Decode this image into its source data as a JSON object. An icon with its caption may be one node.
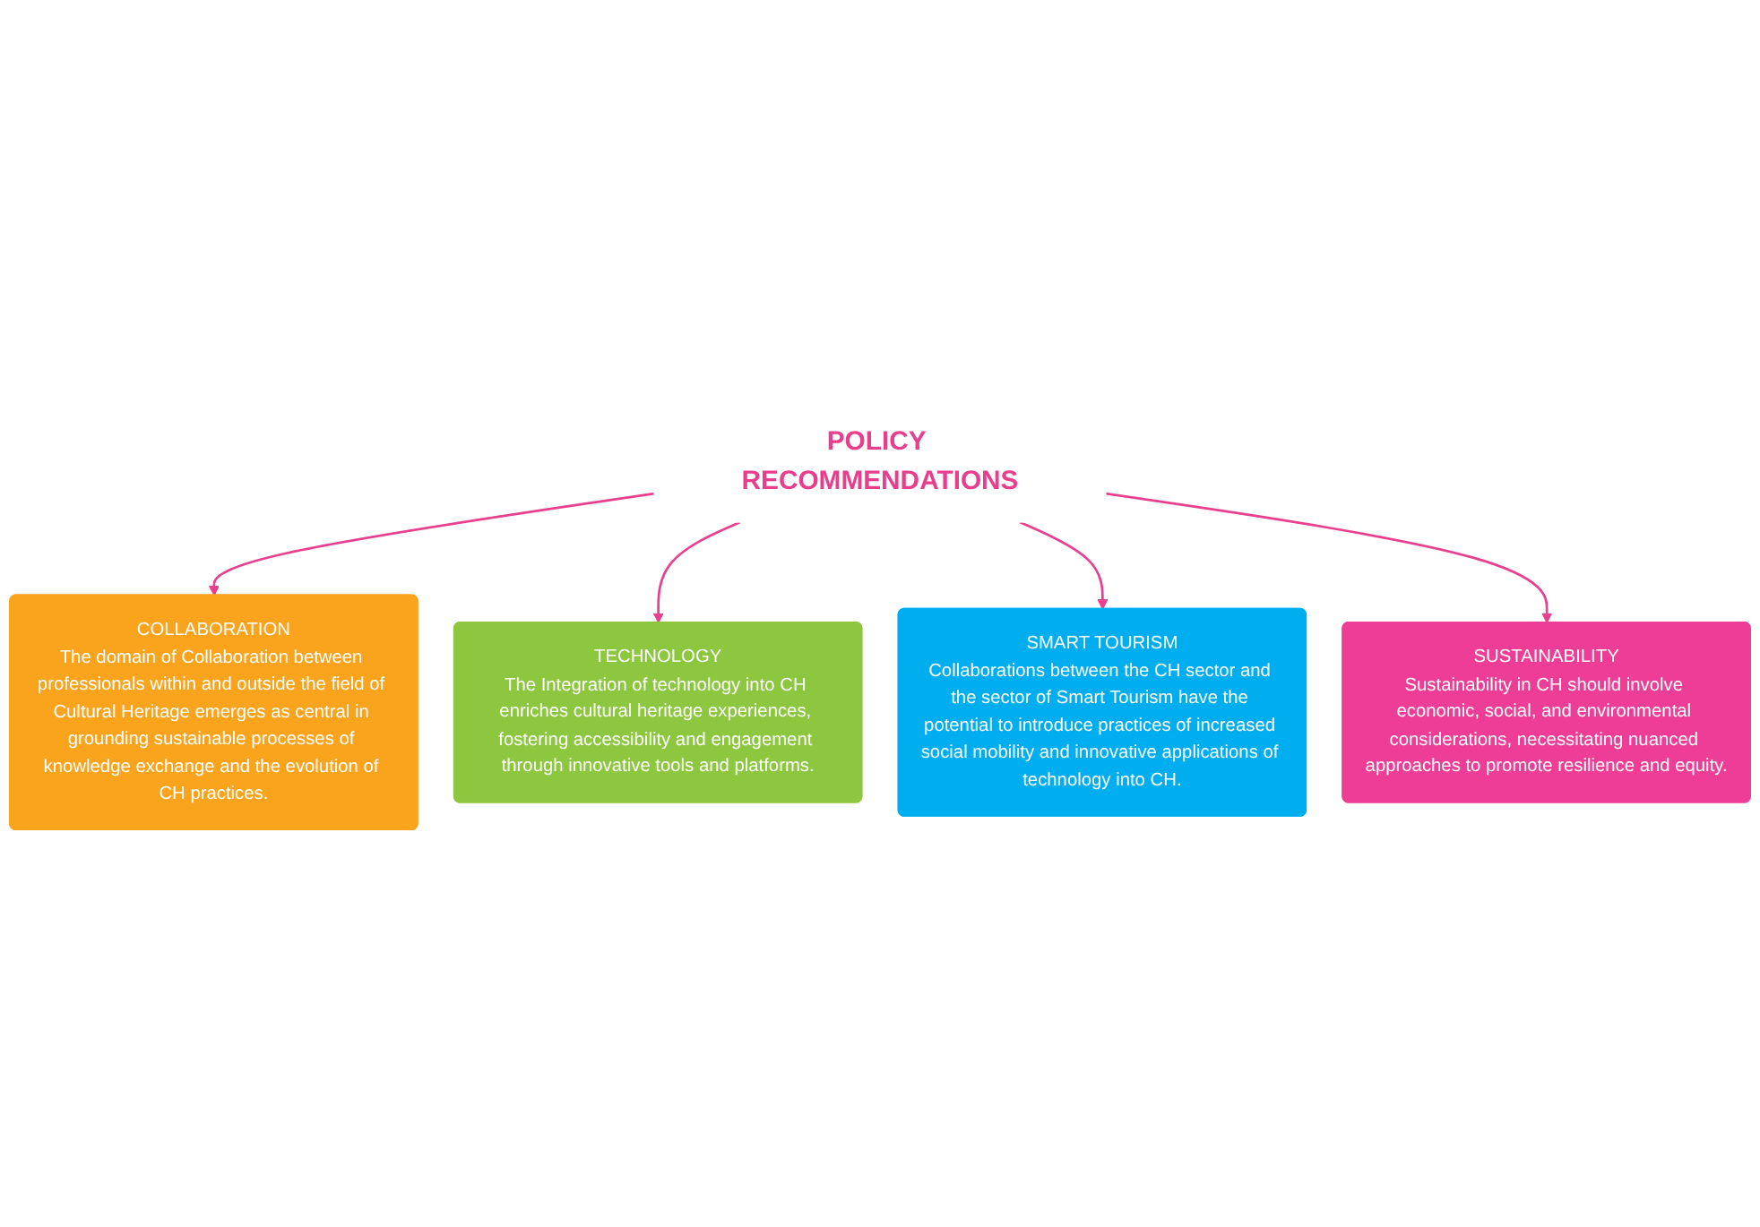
{
  "diagram": {
    "nodes": [
      {
        "text": [
          "COLLABORATION",
          "The domain of Collaboration between professionals within and outside the field of Cultural Heritage emerges as central in grounding sustainable processes of knowledge exchange and the evolution of CH practices."
        ]
      },
      {
        "text": [
          "TECHNOLOGY",
          "The Integration of technology into CH enriches cultural heritage experiences, fostering accessibility and engagement through innovative tools and platforms."
        ]
      },
      {
        "text": [
          "POLICY RECOMMENDATIONS"
        ]
      },
      {
        "text": [
          "SMART TOURISM",
          "Collaborations between the CH sector and the sector of Smart Tourism have the potential to introduce practices of increased social mobility and innovative applications of technology into CH."
        ]
      },
      {
        "text": [
          "SUSTAINABILITY",
          "Sustainability in CH should involve economic, social, and environmental considerations, necessitating nuanced approaches to promote resilience and equity."
        ]
      }
    ],
    "edges": [
      {
        "from": 2,
        "to": 0,
        "arrow": "to"
      },
      {
        "from": 2,
        "to": 1,
        "arrow": "to"
      },
      {
        "from": 2,
        "to": 3,
        "arrow": "to"
      },
      {
        "from": 2,
        "to": 4,
        "arrow": "to"
      }
    ]
  }
}
